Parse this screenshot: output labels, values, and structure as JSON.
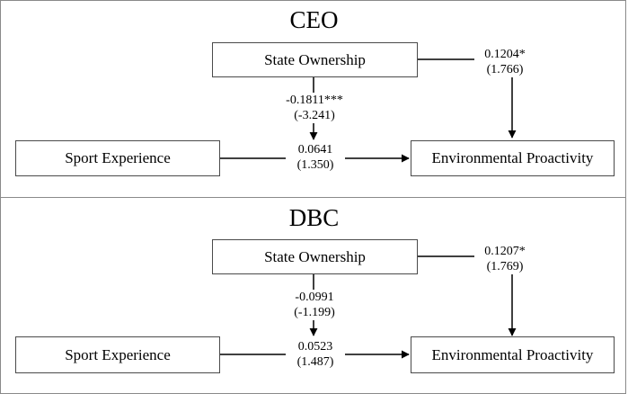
{
  "panels": [
    {
      "title": "CEO",
      "nodes": {
        "state_ownership": "State Ownership",
        "sport_experience": "Sport Experience",
        "environmental_proactivity": "Environmental Proactivity"
      },
      "paths": {
        "moderation": {
          "coef": "-0.1811***",
          "t": "(-3.241)"
        },
        "direct": {
          "coef": "0.0641",
          "t": "(1.350)"
        },
        "state_to_ep": {
          "coef": "0.1204*",
          "t": "(1.766)"
        }
      }
    },
    {
      "title": "DBC",
      "nodes": {
        "state_ownership": "State Ownership",
        "sport_experience": "Sport Experience",
        "environmental_proactivity": "Environmental Proactivity"
      },
      "paths": {
        "moderation": {
          "coef": "-0.0991",
          "t": "(-1.199)"
        },
        "direct": {
          "coef": "0.0523",
          "t": "(1.487)"
        },
        "state_to_ep": {
          "coef": "0.1207*",
          "t": "(1.769)"
        }
      }
    }
  ]
}
